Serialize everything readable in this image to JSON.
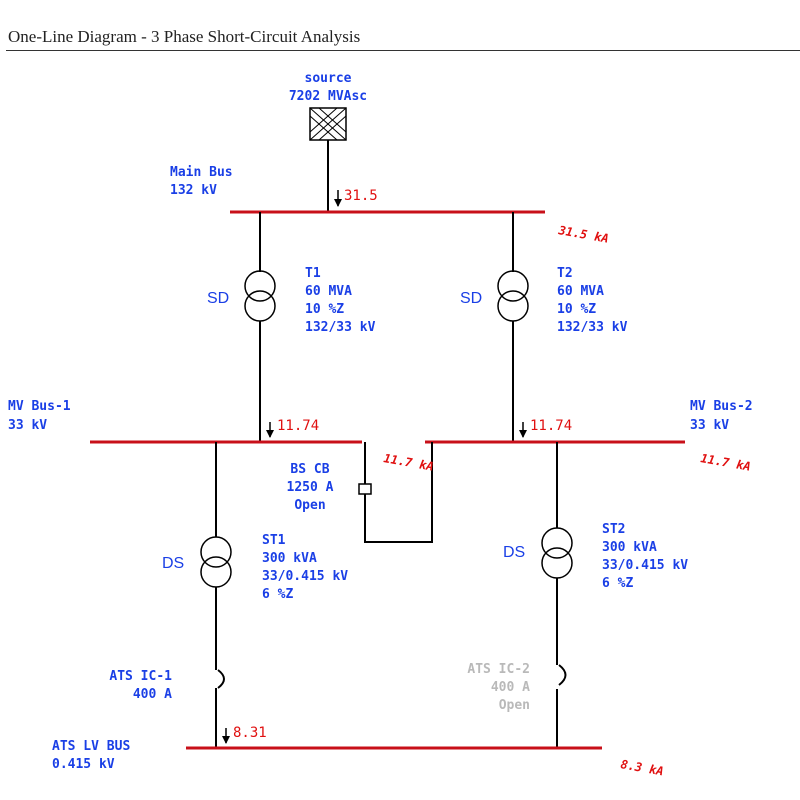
{
  "title": "One-Line Diagram   -   3 Phase Short-Circuit Analysis",
  "source": {
    "name": "source",
    "rating": "7202 MVAsc"
  },
  "main_bus": {
    "name": "Main Bus",
    "voltage": "132 kV",
    "fault_current": "31.5",
    "fault_total": "31.5 kA"
  },
  "t1": {
    "name": "T1",
    "mva": "60 MVA",
    "z": "10 %Z",
    "ratio": "132/33 kV",
    "connection": "SD"
  },
  "t2": {
    "name": "T2",
    "mva": "60 MVA",
    "z": "10 %Z",
    "ratio": "132/33 kV",
    "connection": "SD"
  },
  "mv_bus_1": {
    "name": "MV Bus-1",
    "voltage": "33 kV",
    "fault_current": "11.74"
  },
  "mv_bus_2": {
    "name": "MV Bus-2",
    "voltage": "33 kV",
    "fault_current": "11.74",
    "fault_total": "11.7 kA"
  },
  "bus_section_cb": {
    "name": "BS CB",
    "rating": "1250 A",
    "state": "Open",
    "fault_total": "11.7 kA"
  },
  "st1": {
    "name": "ST1",
    "kva": "300 kVA",
    "ratio": "33/0.415 kV",
    "z": "6 %Z",
    "connection": "DS"
  },
  "st2": {
    "name": "ST2",
    "kva": "300 kVA",
    "ratio": "33/0.415 kV",
    "z": "6 %Z",
    "connection": "DS"
  },
  "ats_ic1": {
    "name": "ATS IC-1",
    "rating": "400 A"
  },
  "ats_ic2": {
    "name": "ATS IC-2",
    "rating": "400 A",
    "state": "Open"
  },
  "ats_lv_bus": {
    "name": "ATS LV BUS",
    "voltage": "0.415 kV",
    "fault_current": "8.31",
    "fault_total": "8.3 kA"
  },
  "colors": {
    "bus": "#c8101a",
    "label": "#1a3fe6",
    "fault": "#e01010",
    "open_device": "#b9b9b9"
  }
}
